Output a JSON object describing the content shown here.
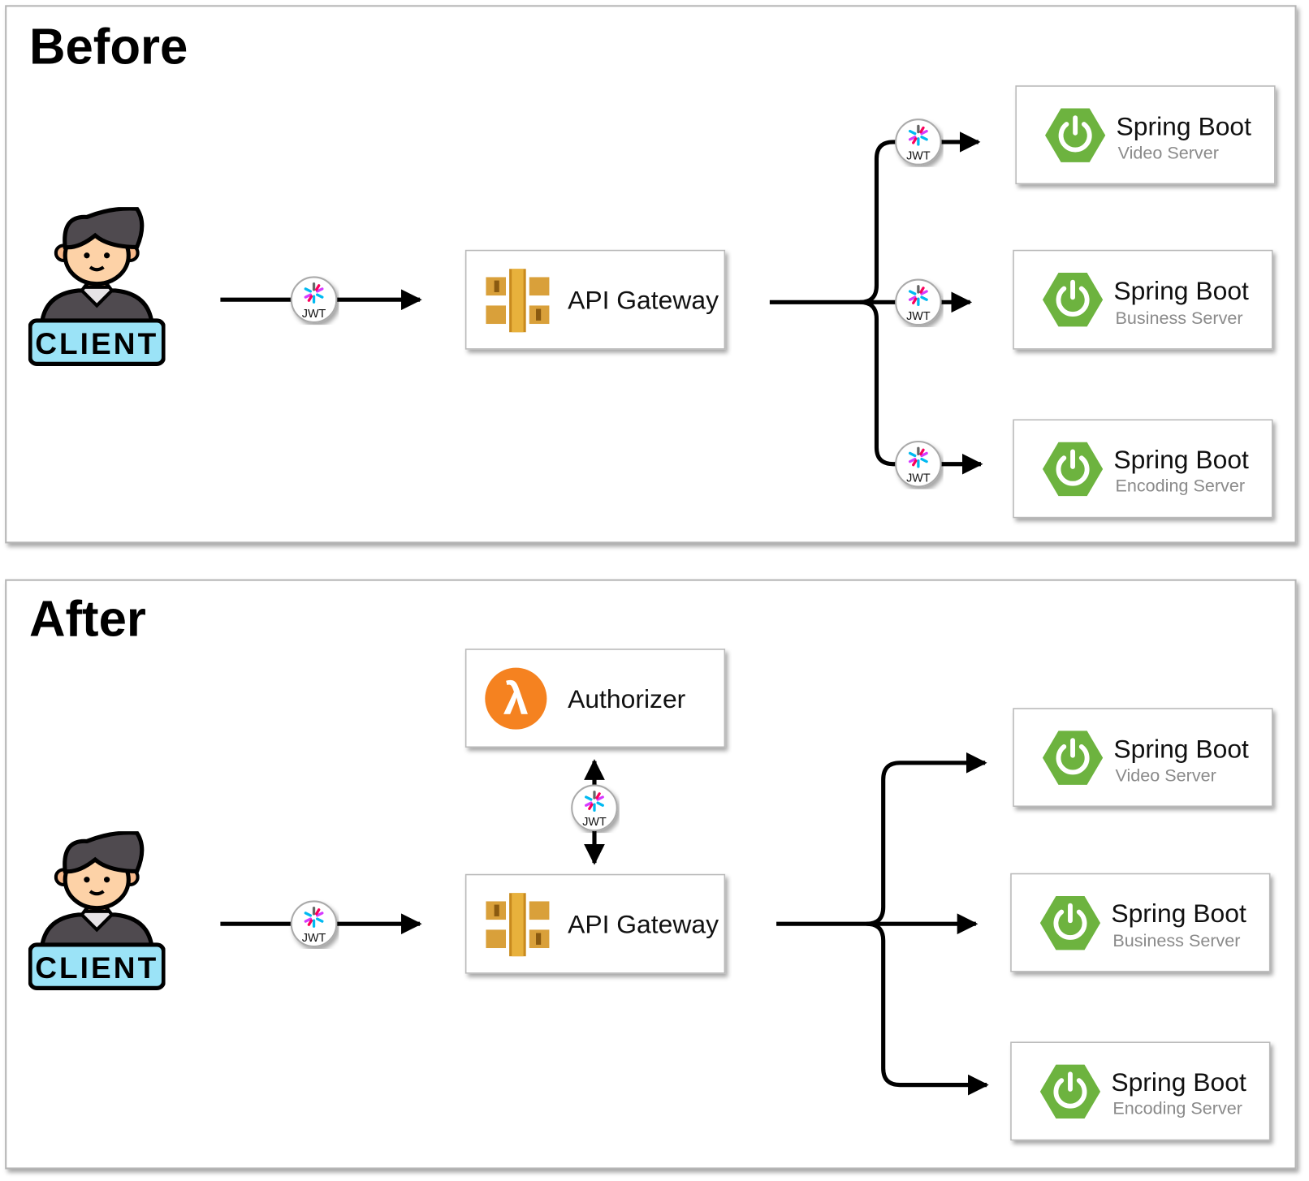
{
  "before": {
    "title": "Before",
    "client_label": "CLIENT",
    "jwt_label": "JWT",
    "gateway_label": "API Gateway",
    "services": [
      {
        "title": "Spring Boot",
        "subtitle": "Video Server"
      },
      {
        "title": "Spring Boot",
        "subtitle": "Business Server"
      },
      {
        "title": "Spring Boot",
        "subtitle": "Encoding Server"
      }
    ]
  },
  "after": {
    "title": "After",
    "client_label": "CLIENT",
    "jwt_label": "JWT",
    "authorizer_label": "Authorizer",
    "gateway_label": "API Gateway",
    "services": [
      {
        "title": "Spring Boot",
        "subtitle": "Video Server"
      },
      {
        "title": "Spring Boot",
        "subtitle": "Business Server"
      },
      {
        "title": "Spring Boot",
        "subtitle": "Encoding Server"
      }
    ]
  },
  "colors": {
    "spring_green": "#6db33f",
    "lambda_orange": "#f58220",
    "gateway_gold": "#d9a03a",
    "client_badge": "#9be3f7"
  }
}
